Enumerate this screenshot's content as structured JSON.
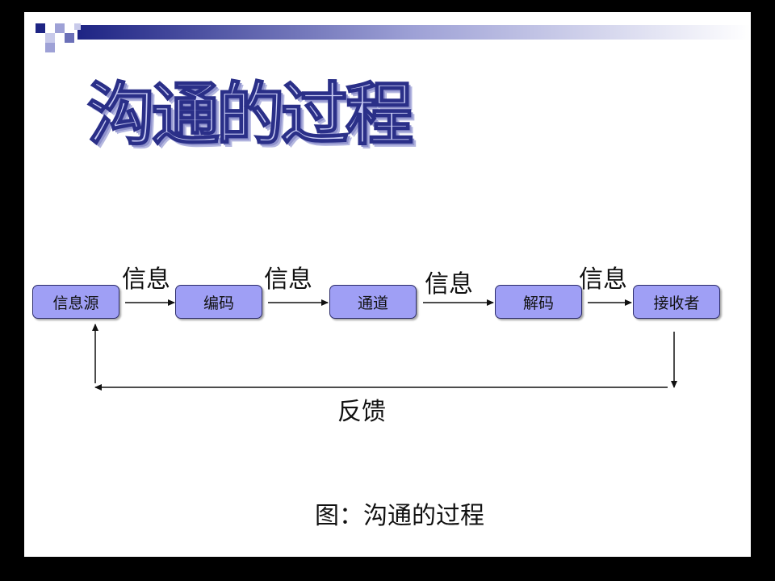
{
  "slide": {
    "title": "沟通的过程",
    "caption": "图：沟通的过程",
    "colors": {
      "header_dark": "#1e2484",
      "header_light": "#ffffff",
      "node_fill": "#9f9ff5",
      "node_border": "#2c2c6a",
      "title_fill": "#c9ccf4",
      "title_stroke": "#2a2f88"
    }
  },
  "diagram": {
    "nodes": [
      {
        "id": "source",
        "label": "信息源"
      },
      {
        "id": "encode",
        "label": "编码"
      },
      {
        "id": "channel",
        "label": "通道"
      },
      {
        "id": "decode",
        "label": "解码"
      },
      {
        "id": "receiver",
        "label": "接收者"
      }
    ],
    "edges": [
      {
        "from": "source",
        "to": "encode",
        "label": "信息"
      },
      {
        "from": "encode",
        "to": "channel",
        "label": "信息"
      },
      {
        "from": "channel",
        "to": "decode",
        "label": "信息"
      },
      {
        "from": "decode",
        "to": "receiver",
        "label": "信息"
      },
      {
        "from": "receiver",
        "to": "source",
        "label": "反馈"
      }
    ]
  }
}
